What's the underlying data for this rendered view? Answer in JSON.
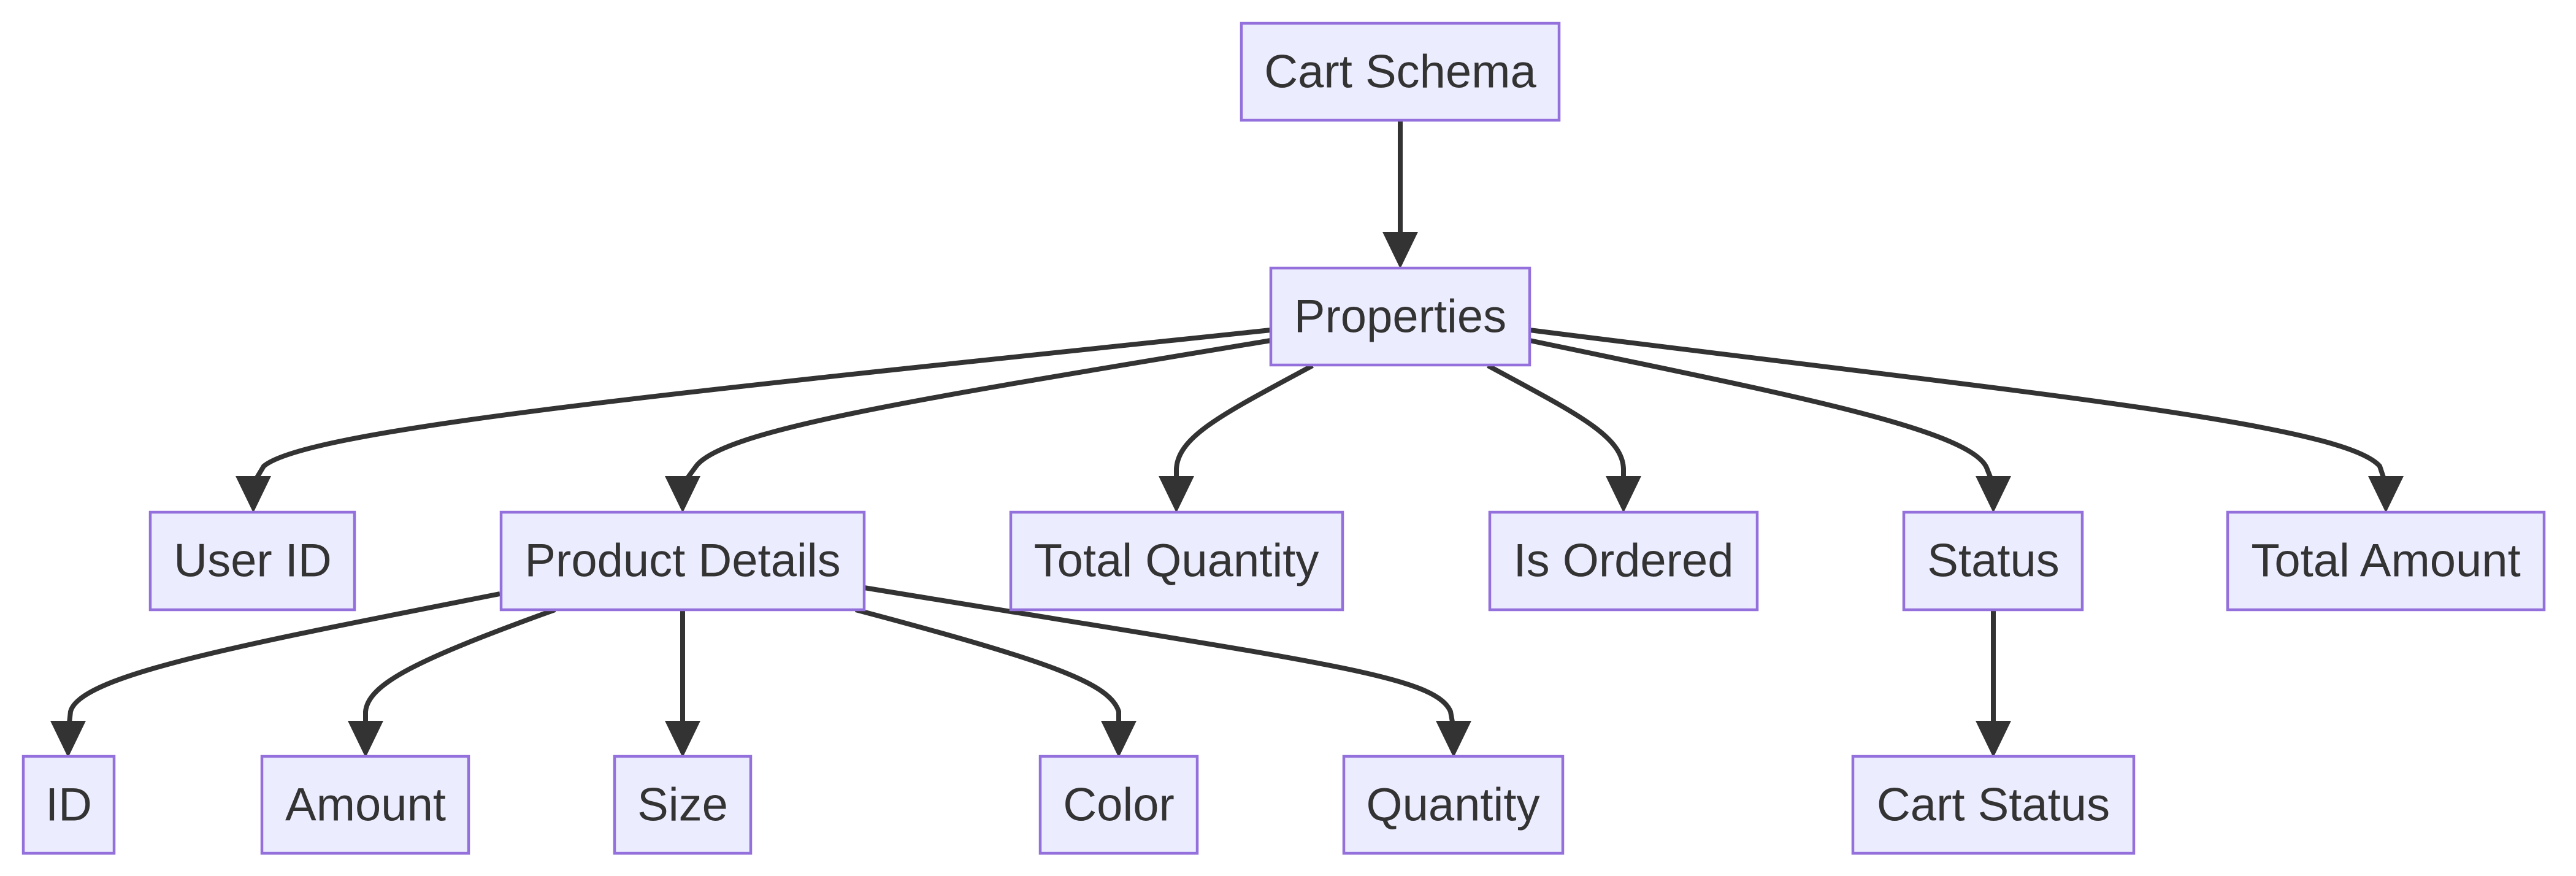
{
  "colors": {
    "node_fill": "#ECECFF",
    "node_stroke": "#9370DB",
    "edge": "#333333",
    "text": "#333333",
    "background": "#FFFFFF"
  },
  "nodes": [
    {
      "id": "cart-schema",
      "label": "Cart Schema"
    },
    {
      "id": "properties",
      "label": "Properties"
    },
    {
      "id": "user-id",
      "label": "User ID"
    },
    {
      "id": "product-details",
      "label": "Product Details"
    },
    {
      "id": "total-quantity",
      "label": "Total Quantity"
    },
    {
      "id": "is-ordered",
      "label": "Is Ordered"
    },
    {
      "id": "status",
      "label": "Status"
    },
    {
      "id": "total-amount",
      "label": "Total Amount"
    },
    {
      "id": "id",
      "label": "ID"
    },
    {
      "id": "amount",
      "label": "Amount"
    },
    {
      "id": "size",
      "label": "Size"
    },
    {
      "id": "color",
      "label": "Color"
    },
    {
      "id": "quantity",
      "label": "Quantity"
    },
    {
      "id": "cart-status",
      "label": "Cart Status"
    }
  ],
  "edges": [
    {
      "from": "cart-schema",
      "to": "properties"
    },
    {
      "from": "properties",
      "to": "user-id"
    },
    {
      "from": "properties",
      "to": "product-details"
    },
    {
      "from": "properties",
      "to": "total-quantity"
    },
    {
      "from": "properties",
      "to": "is-ordered"
    },
    {
      "from": "properties",
      "to": "status"
    },
    {
      "from": "properties",
      "to": "total-amount"
    },
    {
      "from": "product-details",
      "to": "id"
    },
    {
      "from": "product-details",
      "to": "amount"
    },
    {
      "from": "product-details",
      "to": "size"
    },
    {
      "from": "product-details",
      "to": "color"
    },
    {
      "from": "product-details",
      "to": "quantity"
    },
    {
      "from": "status",
      "to": "cart-status"
    }
  ]
}
